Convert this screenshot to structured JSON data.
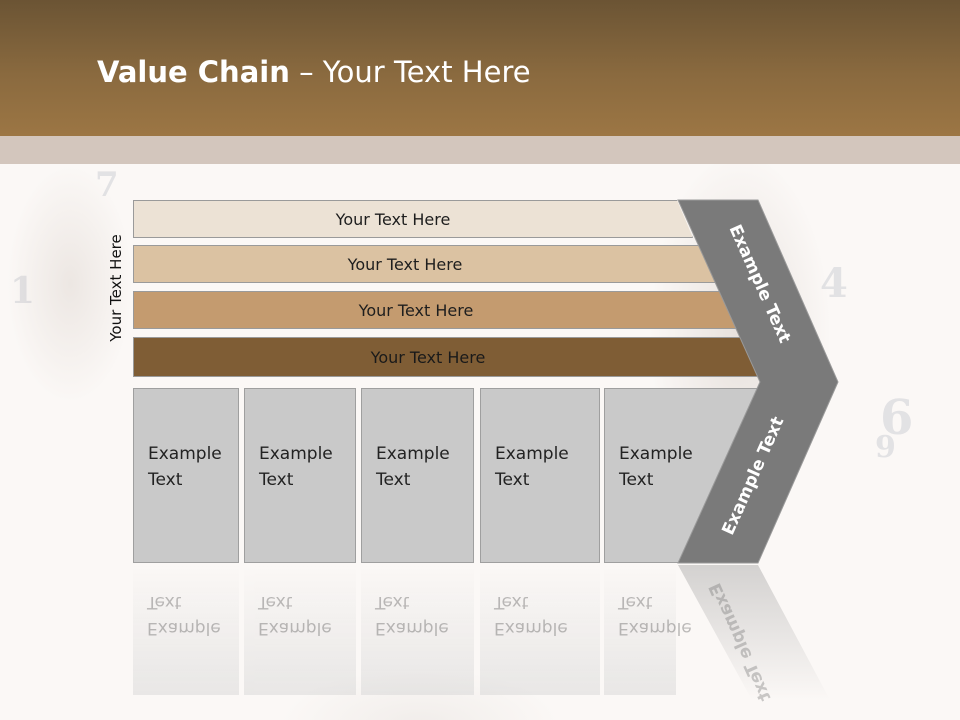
{
  "title": {
    "bold": "Value Chain",
    "rest": " – Your Text Here"
  },
  "side_label": "Your Text Here",
  "rows": [
    {
      "label": "Your Text Here",
      "color": "#ece2d5"
    },
    {
      "label": "Your Text Here",
      "color": "#dbc2a2"
    },
    {
      "label": "Your Text Here",
      "color": "#c49b6f"
    },
    {
      "label": "Your Text Here",
      "color": "#7f5d35"
    }
  ],
  "boxes": [
    {
      "line1": "Example",
      "line2": "Text"
    },
    {
      "line1": "Example",
      "line2": "Text"
    },
    {
      "line1": "Example",
      "line2": "Text"
    },
    {
      "line1": "Example",
      "line2": "Text"
    },
    {
      "line1": "Example",
      "line2": "Text"
    }
  ],
  "chevron": {
    "top_label": "Example Text",
    "bottom_label": "Example Text",
    "color": "#7a7a7a"
  }
}
